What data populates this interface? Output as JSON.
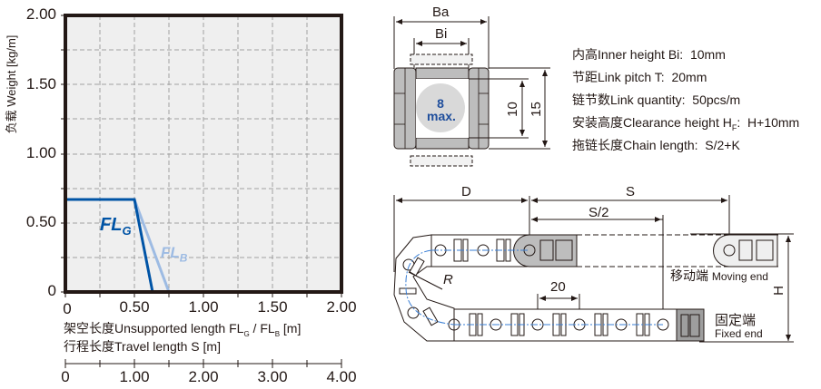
{
  "chart_data": {
    "type": "line",
    "title": "",
    "ylabel": "负载 Weight [kg/m]",
    "xlabel": "架空长度Unsupported length FL_G / FL_B [m]",
    "xlabel_secondary": "行程长度Travel length S [m]",
    "xlim": [
      0,
      2.0
    ],
    "ylim": [
      0,
      2.0
    ],
    "x_ticks": [
      "0",
      "0.50",
      "1.00",
      "1.50",
      "2.00"
    ],
    "y_ticks": [
      "0",
      "0.50",
      "1.00",
      "1.50",
      "2.00"
    ],
    "secondary_x_ticks": [
      "0",
      "1.00",
      "2.00",
      "3.00",
      "4.00"
    ],
    "grid": true,
    "series": [
      {
        "name": "FL_G",
        "color": "#0054a6",
        "x": [
          0,
          0.5,
          0.63
        ],
        "y": [
          0.67,
          0.67,
          0
        ]
      },
      {
        "name": "FL_B",
        "color": "#9dbbe3",
        "x": [
          0.5,
          0.74
        ],
        "y": [
          0.67,
          0
        ]
      }
    ]
  },
  "chart": {
    "ylabel": "负载 Weight [kg/m]",
    "y_ticks": [
      "2.00",
      "1.50",
      "1.00",
      "0.50",
      "0"
    ],
    "x_ticks": [
      "0",
      "0.50",
      "1.00",
      "1.50",
      "2.00"
    ],
    "sec_ticks": [
      "0",
      "1.00",
      "2.00",
      "3.00",
      "4.00"
    ],
    "xlabel_cn": "架空长度",
    "xlabel_en": "Unsupported length FL",
    "xlabel_sub_g": "G",
    "xlabel_sep": " / FL",
    "xlabel_sub_b": "B",
    "xlabel_unit": " [m]",
    "xlabel2": "行程长度Travel length S [m]",
    "flg_label": "FL",
    "flg_sub": "G",
    "flb_label": "FL",
    "flb_sub": "B",
    "colors": {
      "flg": "#0054a6",
      "flb": "#9dbbe3",
      "plot_bg": "#efefef",
      "frame": "#231815",
      "grid": "#a0a0a0"
    }
  },
  "cross_section": {
    "ba_label": "Ba",
    "bi_label": "Bi",
    "max_num": "8",
    "max_text": "max.",
    "dim_inner": "10",
    "dim_outer": "15",
    "link_color": "#bdbdbd",
    "circle_color": "#d9d9d9",
    "max_text_color": "#1f4e9c"
  },
  "specs": [
    {
      "cn": "内高",
      "en": "Inner height Bi:",
      "sub": "",
      "value": "10mm"
    },
    {
      "cn": "节距",
      "en": "Link pitch T:",
      "sub": "",
      "value": "20mm"
    },
    {
      "cn": "链节数",
      "en": "Link quantity:",
      "sub": "",
      "value": "50pcs/m"
    },
    {
      "cn": "安装高度",
      "en": "Clearance height H",
      "sub": "F",
      "value": "H+10mm"
    },
    {
      "cn": "拖链长度",
      "en": "Chain length:",
      "sub": "",
      "value": "S/2+K"
    }
  ],
  "side_view": {
    "d_label": "D",
    "s_label": "S",
    "s2_label": "S/2",
    "r_label": "R",
    "pitch_label": "20",
    "h_label": "H",
    "moving_cn": "移动端",
    "moving_en": "Moving end",
    "fixed_cn": "固定端",
    "fixed_en": "Fixed end",
    "centerline_color": "#3a7fd5"
  }
}
